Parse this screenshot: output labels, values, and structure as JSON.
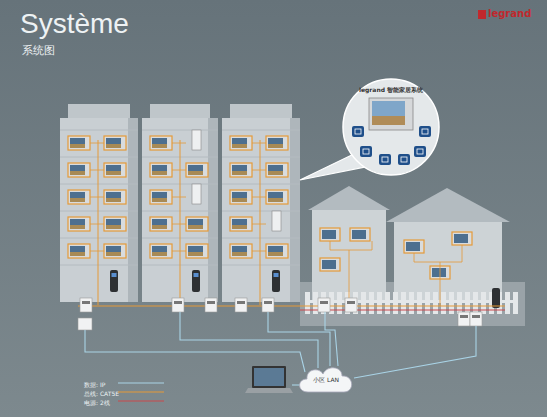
{
  "diagram": {
    "title": "Système",
    "nodes": [
      {
        "text": [
          "legrand 智能家居系统"
        ]
      },
      {
        "text": [
          "小区 LAN"
        ]
      }
    ],
    "labels": [
      "系统图",
      "legrand"
    ],
    "legend": [
      {
        "text": "数据: IP"
      },
      {
        "text": "总线: CAT5E"
      },
      {
        "text": "电源: 2线"
      }
    ]
  }
}
